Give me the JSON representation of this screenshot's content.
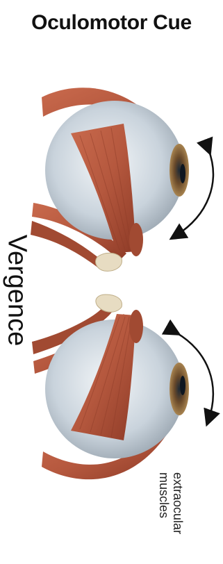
{
  "title": "Oculomotor Cue",
  "cue_label": "Vergence",
  "annotation": {
    "line1": "extraocular",
    "line2": "muscles"
  },
  "colors": {
    "muscle": "#b5583e",
    "muscle_dark": "#8e3b27",
    "eyeball": "#c9d3dc",
    "iris": "#6a4a2a",
    "tendon": "#e7dcc2",
    "arrow": "#111111"
  }
}
